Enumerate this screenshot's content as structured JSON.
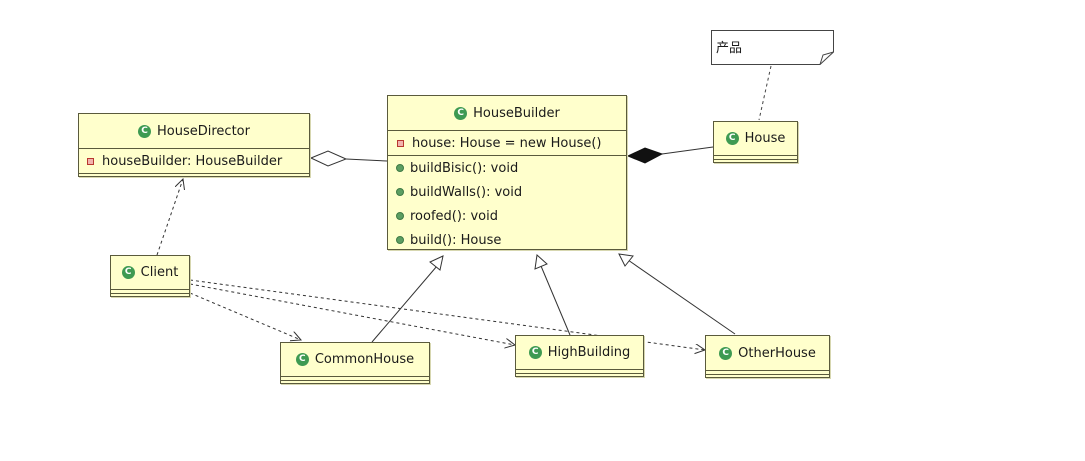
{
  "note": {
    "text": "产品"
  },
  "classes": {
    "house_director": {
      "name": "HouseDirector",
      "attributes": [
        {
          "visibility": "private",
          "text": "houseBuilder: HouseBuilder"
        }
      ]
    },
    "house_builder": {
      "name": "HouseBuilder",
      "attributes": [
        {
          "visibility": "private",
          "text": "house: House = new House()"
        }
      ],
      "operations": [
        {
          "visibility": "public",
          "text": "buildBisic(): void"
        },
        {
          "visibility": "public",
          "text": "buildWalls(): void"
        },
        {
          "visibility": "public",
          "text": "roofed(): void"
        },
        {
          "visibility": "public",
          "text": "build(): House"
        }
      ]
    },
    "house": {
      "name": "House"
    },
    "client": {
      "name": "Client"
    },
    "common_house": {
      "name": "CommonHouse"
    },
    "high_building": {
      "name": "HighBuilding"
    },
    "other_house": {
      "name": "OtherHouse"
    }
  },
  "class_icon": {
    "glyph": "C",
    "color": "#3e9a52"
  },
  "relationships": [
    {
      "type": "aggregation",
      "from": "HouseDirector",
      "to": "HouseBuilder"
    },
    {
      "type": "composition",
      "from": "HouseBuilder",
      "to": "House"
    },
    {
      "type": "dependency",
      "from": "Client",
      "to": "HouseDirector"
    },
    {
      "type": "dependency",
      "from": "Client",
      "to": "CommonHouse"
    },
    {
      "type": "dependency",
      "from": "Client",
      "to": "HighBuilding"
    },
    {
      "type": "dependency",
      "from": "Client",
      "to": "OtherHouse"
    },
    {
      "type": "generalization",
      "from": "CommonHouse",
      "to": "HouseBuilder"
    },
    {
      "type": "generalization",
      "from": "HighBuilding",
      "to": "HouseBuilder"
    },
    {
      "type": "generalization",
      "from": "OtherHouse",
      "to": "HouseBuilder"
    },
    {
      "type": "note-anchor",
      "from": "产品",
      "to": "House"
    }
  ]
}
